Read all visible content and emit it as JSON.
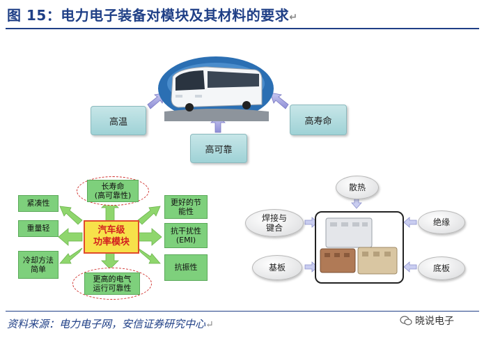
{
  "header": {
    "title": "图 15：电力电子装备对模块及其材料的要求",
    "return_mark": "↵"
  },
  "top_diagram": {
    "nodes": {
      "left": "高温",
      "center": "高可靠",
      "right": "高寿命"
    }
  },
  "left_diagram": {
    "center": "汽车级\n功率模块",
    "top_ellipse": "长寿命\n(高可靠性)",
    "bottom_ellipse": "更高的电气\n运行可靠性",
    "left_items": [
      "紧凑性",
      "重量轻",
      "冷却方法\n简单"
    ],
    "right_items": [
      "更好的节\n能性",
      "抗干扰性\n(EMI)",
      "抗振性"
    ]
  },
  "right_diagram": {
    "top": "散热",
    "top_left": "焊接与\n键合",
    "top_right": "绝缘",
    "bottom_left": "基板",
    "bottom_right": "底板"
  },
  "footer": {
    "source": "资料来源：电力电子网，安信证券研究中心",
    "watermark": "晓说电子"
  },
  "colors": {
    "title": "#1f3f86",
    "teal_box": "#9fd2d6",
    "green_box": "#7ed07c",
    "center_yellow": "#f7e14a",
    "red": "#d0312d"
  }
}
